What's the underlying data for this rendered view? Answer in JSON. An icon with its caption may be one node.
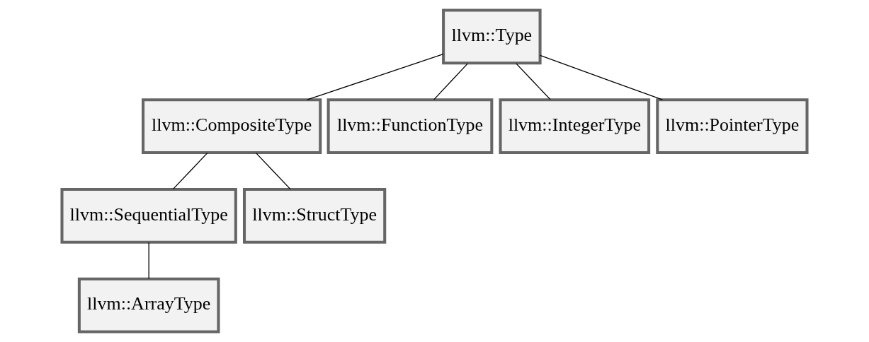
{
  "diagram": {
    "nodes": [
      {
        "text": [
          "llvm::Type"
        ]
      },
      {
        "text": [
          "llvm::CompositeType"
        ]
      },
      {
        "text": [
          "llvm::FunctionType"
        ]
      },
      {
        "text": [
          "llvm::IntegerType"
        ]
      },
      {
        "text": [
          "llvm::PointerType"
        ]
      },
      {
        "text": [
          "llvm::SequentialType"
        ]
      },
      {
        "text": [
          "llvm::StructType"
        ]
      },
      {
        "text": [
          "llvm::ArrayType"
        ]
      }
    ],
    "edges": [
      {
        "from": 0,
        "to": 1,
        "arrow": "none"
      },
      {
        "from": 0,
        "to": 2,
        "arrow": "none"
      },
      {
        "from": 0,
        "to": 3,
        "arrow": "none"
      },
      {
        "from": 0,
        "to": 4,
        "arrow": "none"
      },
      {
        "from": 1,
        "to": 5,
        "arrow": "none"
      },
      {
        "from": 1,
        "to": 6,
        "arrow": "none"
      },
      {
        "from": 5,
        "to": 7,
        "arrow": "none"
      }
    ]
  }
}
